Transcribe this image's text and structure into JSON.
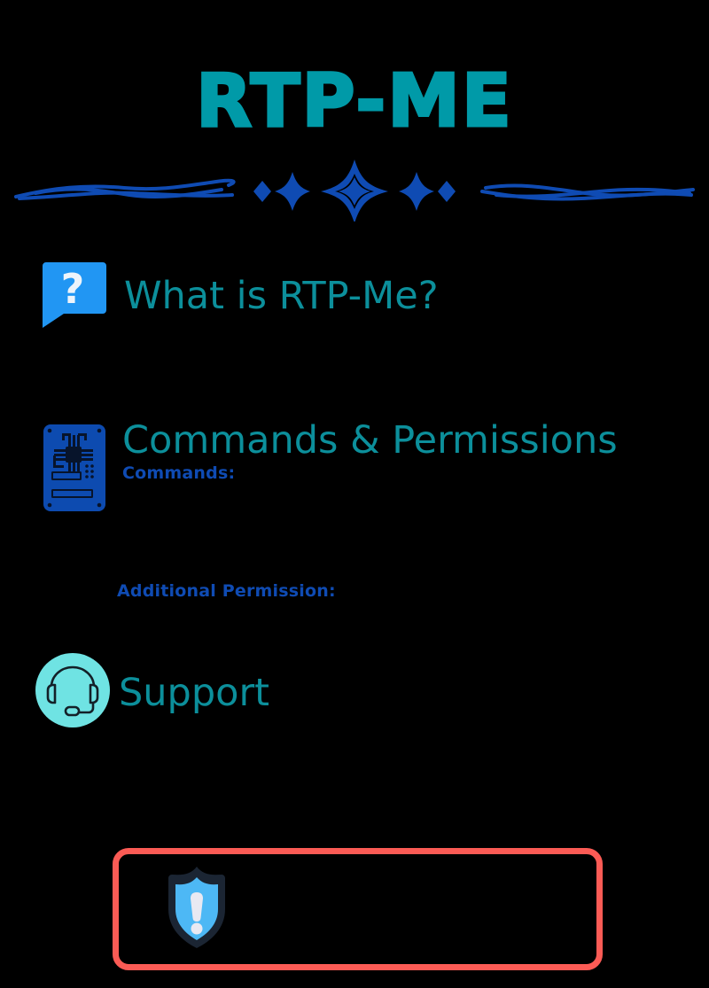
{
  "page": {
    "title": "RTP-ME",
    "background_color": "#000000",
    "title_color": "#009aa8",
    "heading_color": "#0c8f9b",
    "accent_blue": "#0f4bb3",
    "icon_blue": "#2196f3",
    "warning_border_color": "#fb5b55"
  },
  "divider": {
    "name": "decorative-divider",
    "color": "#0f4bb3"
  },
  "sections": [
    {
      "id": "what-is",
      "icon": "question-speech-bubble-icon",
      "title": "What is RTP-Me?",
      "body": ""
    },
    {
      "id": "commands-permissions",
      "icon": "circuit-board-icon",
      "title": "Commands & Permissions",
      "sub_label": "Commands:",
      "body": ""
    },
    {
      "id": "support",
      "icon": "headset-support-icon",
      "title": "Support",
      "body": ""
    }
  ],
  "additional_permission": {
    "label": "Additional Permission:",
    "value": ""
  },
  "warning": {
    "icon": "shield-alert-icon",
    "text": ""
  }
}
